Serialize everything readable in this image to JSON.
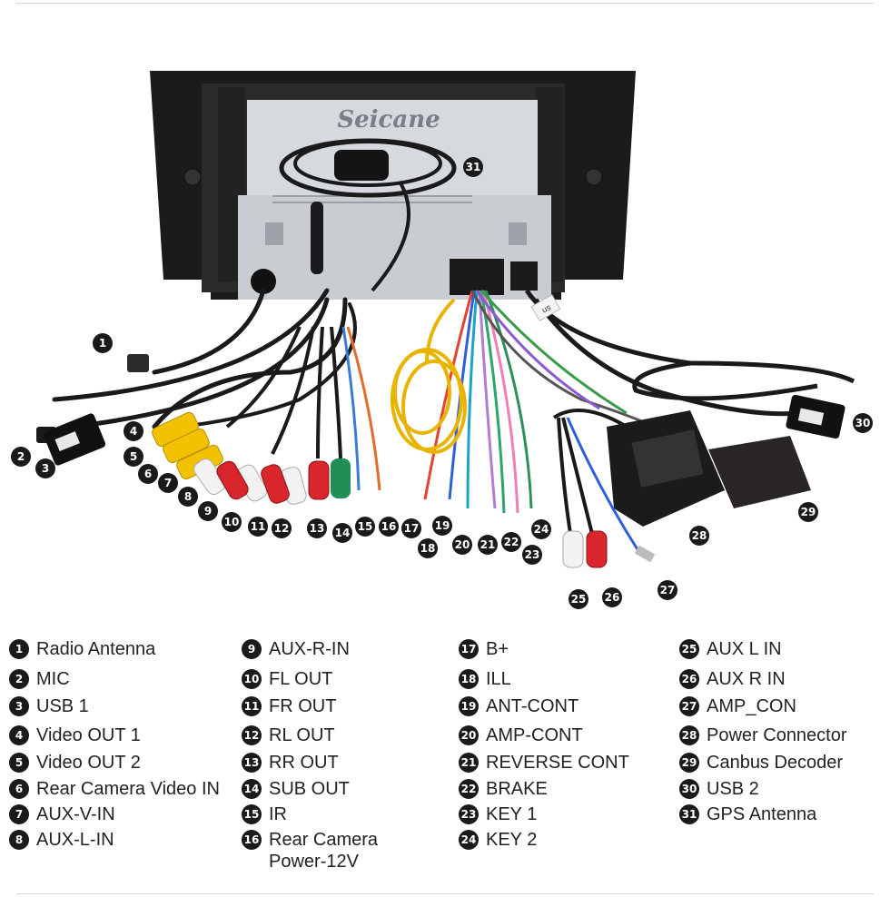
{
  "brand_label": "Seicane",
  "plug_label": "us",
  "legend": [
    {
      "n": "1",
      "label": "Radio Antenna"
    },
    {
      "n": "2",
      "label": "MIC"
    },
    {
      "n": "3",
      "label": "USB 1"
    },
    {
      "n": "4",
      "label": "Video OUT 1"
    },
    {
      "n": "5",
      "label": "Video OUT 2"
    },
    {
      "n": "6",
      "label": "Rear Camera Video IN"
    },
    {
      "n": "7",
      "label": "AUX-V-IN"
    },
    {
      "n": "8",
      "label": "AUX-L-IN"
    },
    {
      "n": "9",
      "label": "AUX-R-IN"
    },
    {
      "n": "10",
      "label": "FL OUT"
    },
    {
      "n": "11",
      "label": "FR OUT"
    },
    {
      "n": "12",
      "label": "RL OUT"
    },
    {
      "n": "13",
      "label": "RR OUT"
    },
    {
      "n": "14",
      "label": "SUB OUT"
    },
    {
      "n": "15",
      "label": "IR"
    },
    {
      "n": "16",
      "label": "Rear Camera\nPower-12V"
    },
    {
      "n": "17",
      "label": "B+"
    },
    {
      "n": "18",
      "label": "ILL"
    },
    {
      "n": "19",
      "label": "ANT-CONT"
    },
    {
      "n": "20",
      "label": "AMP-CONT"
    },
    {
      "n": "21",
      "label": "REVERSE CONT"
    },
    {
      "n": "22",
      "label": "BRAKE"
    },
    {
      "n": "23",
      "label": "KEY 1"
    },
    {
      "n": "24",
      "label": "KEY 2"
    },
    {
      "n": "25",
      "label": "AUX L IN"
    },
    {
      "n": "26",
      "label": "AUX R IN"
    },
    {
      "n": "27",
      "label": "AMP_CON"
    },
    {
      "n": "28",
      "label": "Power Connector"
    },
    {
      "n": "29",
      "label": "Canbus Decoder"
    },
    {
      "n": "30",
      "label": "USB 2"
    },
    {
      "n": "31",
      "label": "GPS Antenna"
    }
  ],
  "colors": {
    "frame": "#1b1b1b",
    "chassis": "#c9cdd2",
    "rca_yellow": "#f2c200",
    "rca_red": "#d8262c",
    "rca_white": "#f2f2f2",
    "rca_green": "#1f8f55",
    "fuse_wire": "#e8b400"
  }
}
